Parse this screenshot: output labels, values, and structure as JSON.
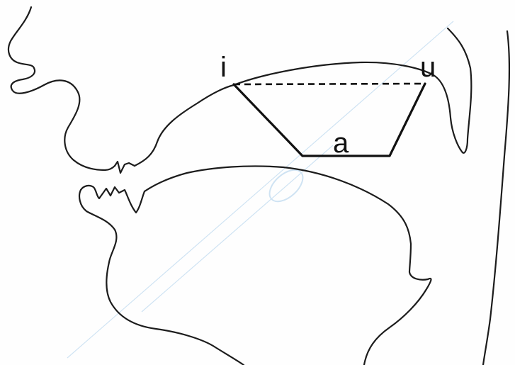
{
  "diagram": {
    "vowels": {
      "front_high": "i",
      "back_high": "u",
      "low": "a"
    },
    "colors": {
      "ink": "#1c1c1c",
      "paper": "#fefefe",
      "watermark": "#cfe3f3"
    }
  }
}
